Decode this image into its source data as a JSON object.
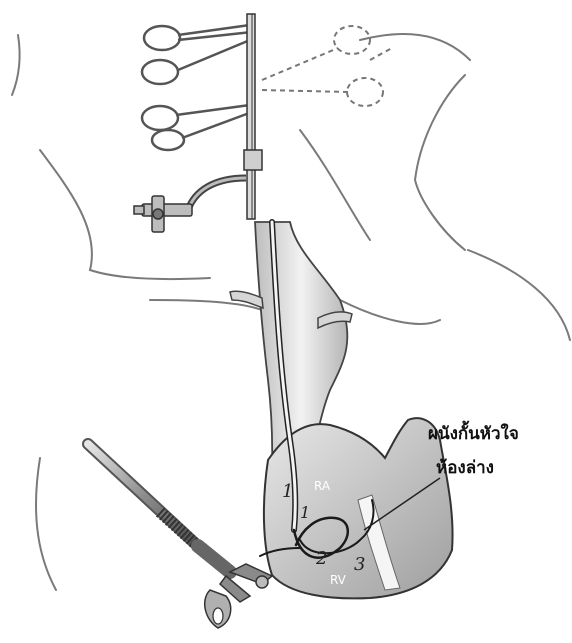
{
  "annotation": {
    "line1": "ผนังกั้นหัวใจ",
    "line2": "ห้องล่าง"
  },
  "chambers": {
    "ra": "RA",
    "rv": "RV"
  },
  "steps": [
    "1",
    "1",
    "2",
    "3"
  ],
  "colors": {
    "line": "#2a2a2a",
    "skin_line": "#7a7a7a",
    "vessel_fill": "#c9c9c9",
    "vessel_light": "#ececec",
    "heart_fill": "#bdbdbd",
    "instrument_metal": "#9a9a9a"
  },
  "icons": [
    "hemostat-clamp-icon",
    "stopcock-icon",
    "bioptome-forceps-icon"
  ]
}
